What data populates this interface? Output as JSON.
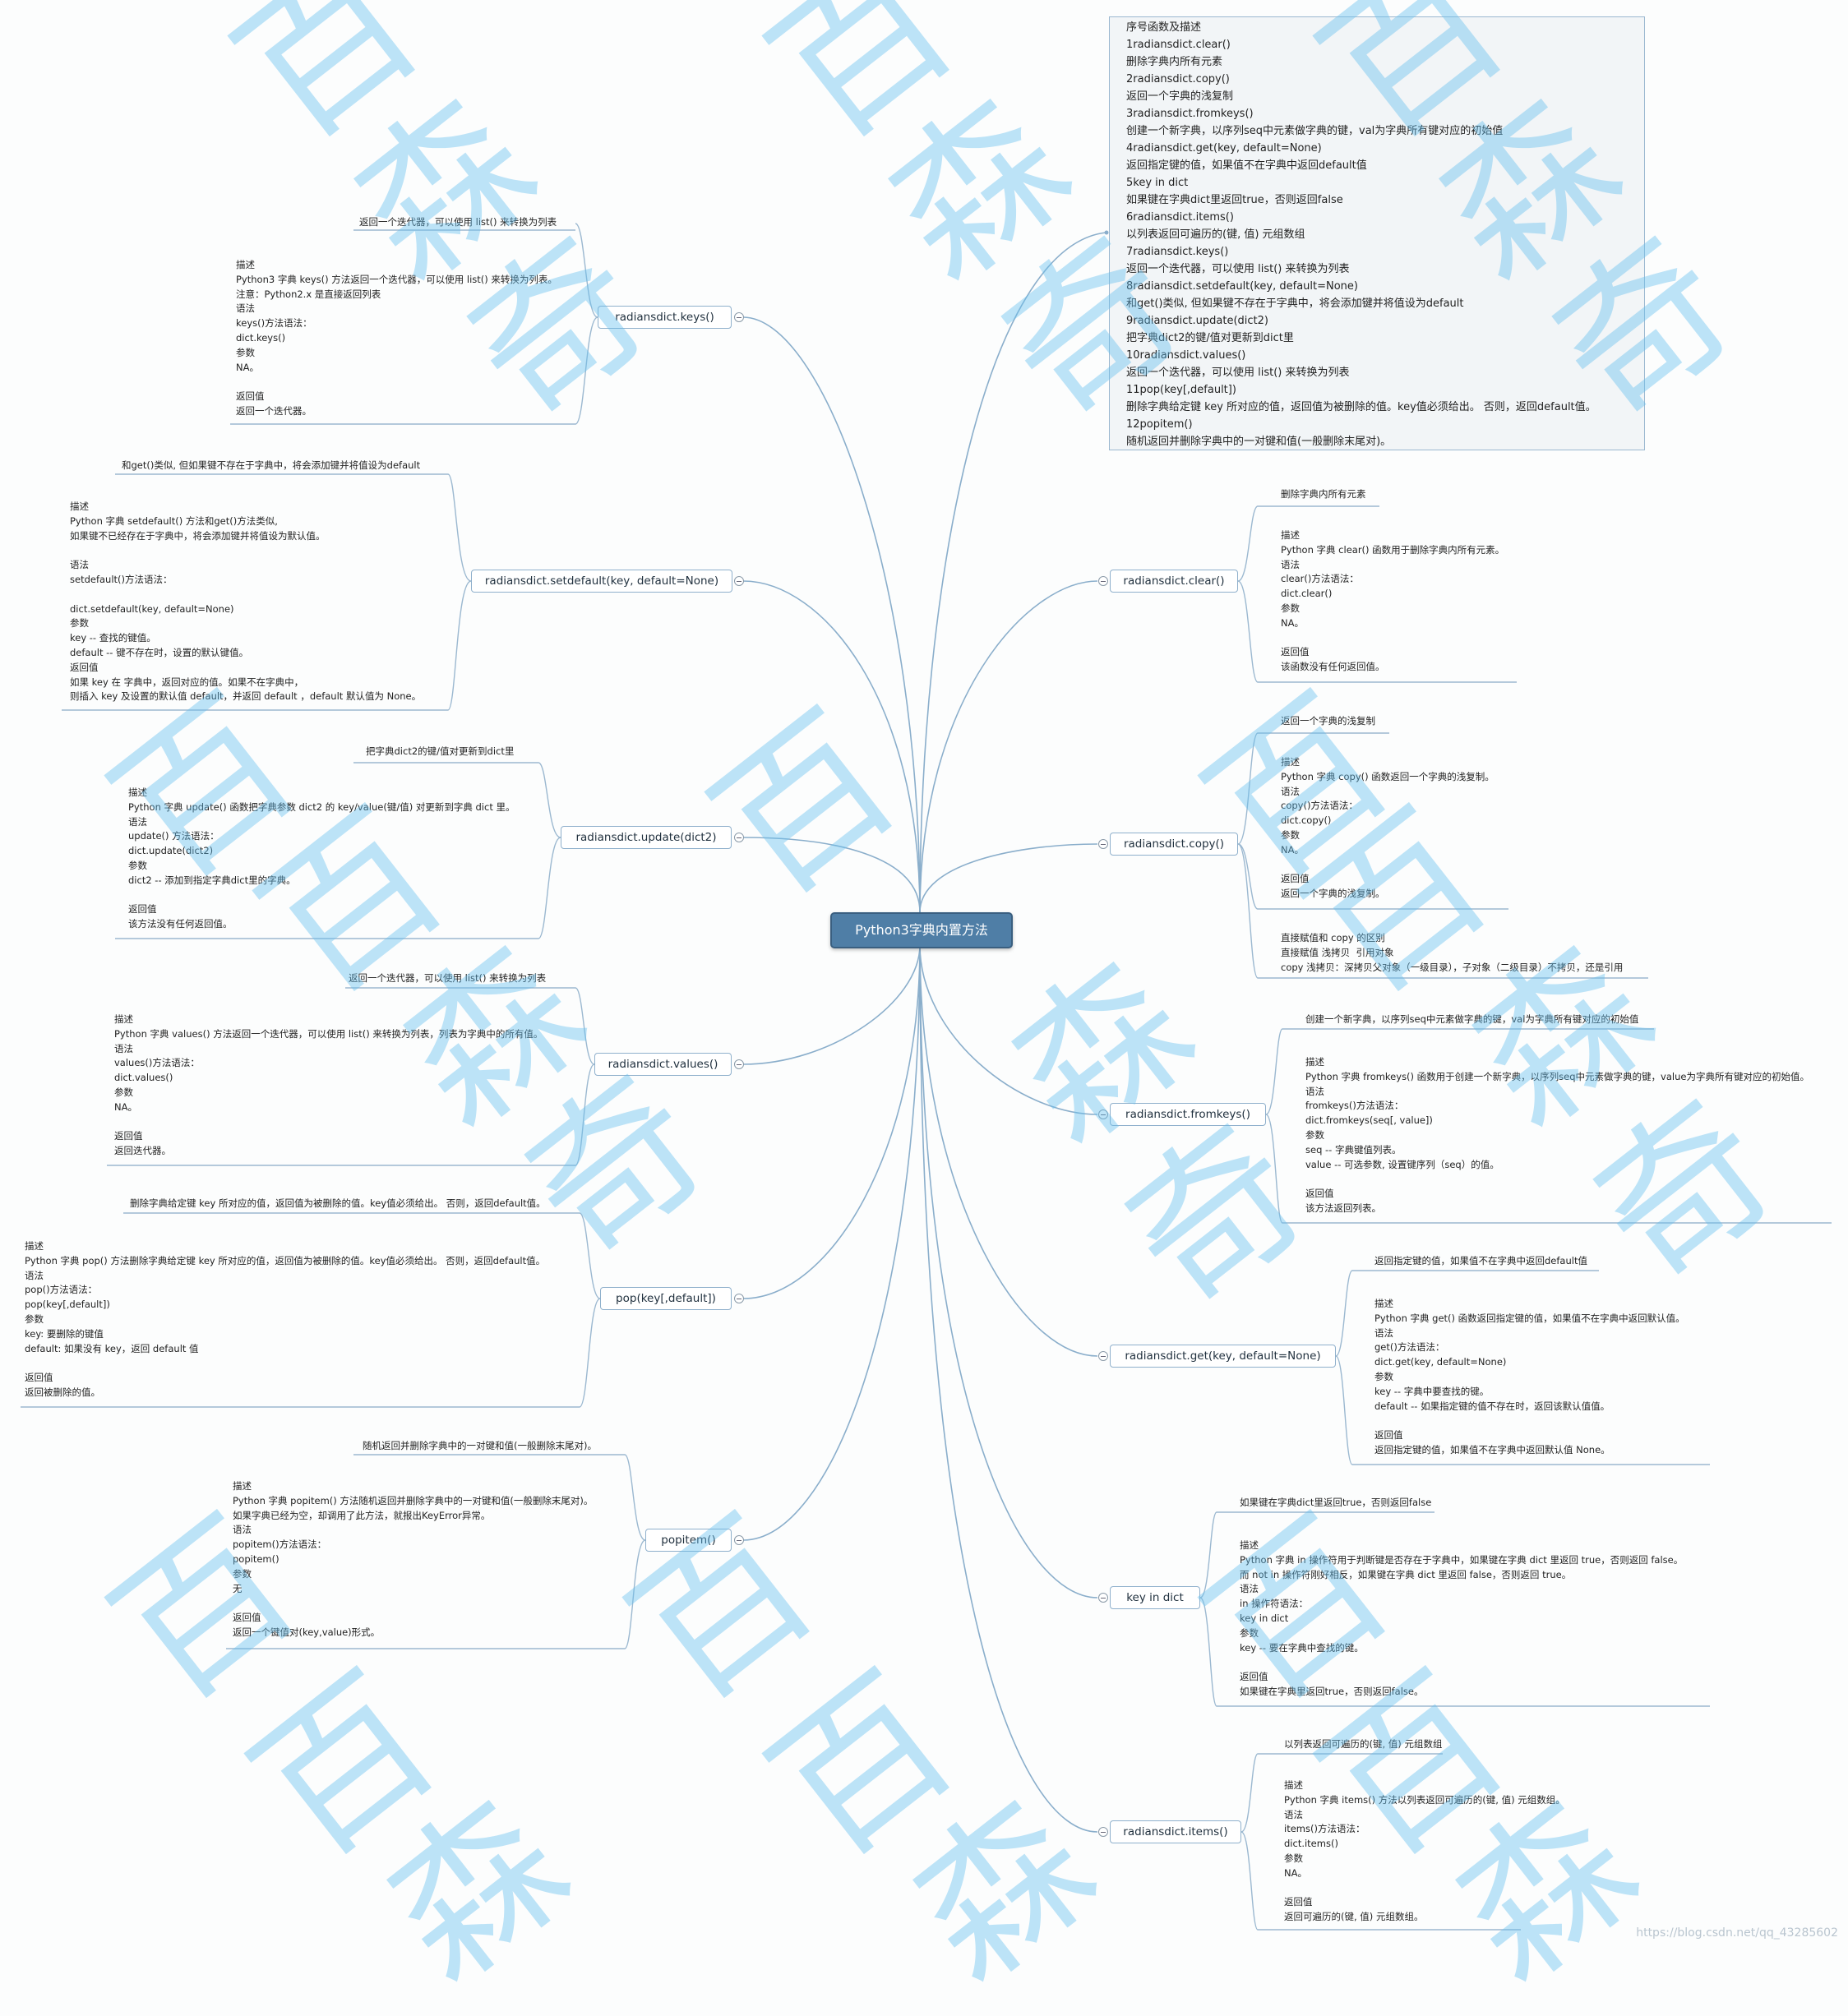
{
  "root": {
    "title": "Python3字典内置方法"
  },
  "summary_box": {
    "text": "序号函数及描述\n1radiansdict.clear()\n删除字典内所有元素\n2radiansdict.copy()\n返回一个字典的浅复制\n3radiansdict.fromkeys()\n创建一个新字典，以序列seq中元素做字典的键，val为字典所有键对应的初始值\n4radiansdict.get(key, default=None)\n返回指定键的值，如果值不在字典中返回default值\n5key in dict\n如果键在字典dict里返回true，否则返回false\n6radiansdict.items()\n以列表返回可遍历的(键, 值) 元组数组\n7radiansdict.keys()\n返回一个迭代器，可以使用 list() 来转换为列表\n8radiansdict.setdefault(key, default=None)\n和get()类似, 但如果键不存在于字典中，将会添加键并将值设为default\n9radiansdict.update(dict2)\n把字典dict2的键/值对更新到dict里\n10radiansdict.values()\n返回一个迭代器，可以使用 list() 来转换为列表\n11pop(key[,default])\n删除字典给定键 key 所对应的值，返回值为被删除的值。key值必须给出。 否则，返回default值。\n12popitem()\n随机返回并删除字典中的一对键和值(一般删除末尾对)。"
  },
  "left_topics": [
    {
      "label": "radiansdict.keys()",
      "summary": "返回一个迭代器，可以使用 list() 来转换为列表",
      "desc": "描述\nPython3 字典 keys() 方法返回一个迭代器，可以使用 list() 来转换为列表。\n注意：Python2.x 是直接返回列表\n语法\nkeys()方法语法：\ndict.keys()\n参数\nNA。\n\n返回值\n返回一个迭代器。"
    },
    {
      "label": "radiansdict.setdefault(key, default=None)",
      "summary": "和get()类似, 但如果键不存在于字典中，将会添加键并将值设为default",
      "desc": "描述\nPython 字典 setdefault() 方法和get()方法类似,\n如果键不已经存在于字典中，将会添加键并将值设为默认值。\n\n语法\nsetdefault()方法语法：\n\ndict.setdefault(key, default=None)\n参数\nkey -- 查找的键值。\ndefault -- 键不存在时，设置的默认键值。\n返回值\n如果 key 在 字典中，返回对应的值。如果不在字典中，\n则插入 key 及设置的默认值 default，并返回 default ，default 默认值为 None。"
    },
    {
      "label": "radiansdict.update(dict2)",
      "summary": "把字典dict2的键/值对更新到dict里",
      "desc": "描述\nPython 字典 update() 函数把字典参数 dict2 的 key/value(键/值) 对更新到字典 dict 里。\n语法\nupdate() 方法语法：\ndict.update(dict2)\n参数\ndict2 -- 添加到指定字典dict里的字典。\n\n返回值\n该方法没有任何返回值。"
    },
    {
      "label": "radiansdict.values()",
      "summary": "返回一个迭代器，可以使用 list() 来转换为列表",
      "desc": "描述\nPython 字典 values() 方法返回一个迭代器，可以使用 list() 来转换为列表，列表为字典中的所有值。\n语法\nvalues()方法语法：\ndict.values()\n参数\nNA。\n\n返回值\n返回迭代器。"
    },
    {
      "label": "pop(key[,default])",
      "summary": "删除字典给定键 key 所对应的值，返回值为被删除的值。key值必须给出。 否则，返回default值。",
      "desc": "描述\nPython 字典 pop() 方法删除字典给定键 key 所对应的值，返回值为被删除的值。key值必须给出。 否则，返回default值。\n语法\npop()方法语法：\npop(key[,default])\n参数\nkey: 要删除的键值\ndefault: 如果没有 key，返回 default 值\n\n返回值\n返回被删除的值。"
    },
    {
      "label": "popitem()",
      "summary": "随机返回并删除字典中的一对键和值(一般删除末尾对)。",
      "desc": "描述\nPython 字典 popitem() 方法随机返回并删除字典中的一对键和值(一般删除末尾对)。\n如果字典已经为空，却调用了此方法，就报出KeyError异常。\n语法\npopitem()方法语法：\npopitem()\n参数\n无\n\n返回值\n返回一个键值对(key,value)形式。"
    }
  ],
  "right_topics": [
    {
      "label": "radiansdict.clear()",
      "summary": "删除字典内所有元素",
      "desc": "描述\nPython 字典 clear() 函数用于删除字典内所有元素。\n语法\nclear()方法语法：\ndict.clear()\n参数\nNA。\n\n返回值\n该函数没有任何返回值。"
    },
    {
      "label": "radiansdict.copy()",
      "summary": "返回一个字典的浅复制",
      "desc": "描述\nPython 字典 copy() 函数返回一个字典的浅复制。\n语法\ncopy()方法语法：\ndict.copy()\n参数\nNA。\n\n返回值\n返回一个字典的浅复制。",
      "extra": "直接赋值和 copy 的区别\n直接赋值 浅拷贝  引用对象\ncopy 浅拷贝：深拷贝父对象（一级目录），子对象（二级目录）不拷贝，还是引用"
    },
    {
      "label": "radiansdict.fromkeys()",
      "summary": "创建一个新字典，以序列seq中元素做字典的键，val为字典所有键对应的初始值",
      "desc": "描述\nPython 字典 fromkeys() 函数用于创建一个新字典，以序列seq中元素做字典的键，value为字典所有键对应的初始值。\n语法\nfromkeys()方法语法：\ndict.fromkeys(seq[, value])\n参数\nseq -- 字典键值列表。\nvalue -- 可选参数, 设置键序列（seq）的值。\n\n返回值\n该方法返回列表。"
    },
    {
      "label": "radiansdict.get(key, default=None)",
      "summary": "返回指定键的值，如果值不在字典中返回default值",
      "desc": "描述\nPython 字典 get() 函数返回指定键的值，如果值不在字典中返回默认值。\n语法\nget()方法语法：\ndict.get(key, default=None)\n参数\nkey -- 字典中要查找的键。\ndefault -- 如果指定键的值不存在时，返回该默认值值。\n\n返回值\n返回指定键的值，如果值不在字典中返回默认值 None。"
    },
    {
      "label": "key in dict",
      "summary": "如果键在字典dict里返回true，否则返回false",
      "desc": "描述\nPython 字典 in 操作符用于判断键是否存在于字典中，如果键在字典 dict 里返回 true，否则返回 false。\n而 not in 操作符刚好相反，如果键在字典 dict 里返回 false，否则返回 true。\n语法\nin 操作符语法：\nkey in dict\n参数\nkey -- 要在字典中查找的键。\n\n返回值\n如果键在字典里返回true，否则返回false。"
    },
    {
      "label": "radiansdict.items()",
      "summary": "以列表返回可遍历的(键, 值) 元组数组",
      "desc": "描述\nPython 字典 items() 方法以列表返回可遍历的(键, 值) 元组数组。\n语法\nitems()方法语法：\ndict.items()\n参数\nNA。\n\n返回值\n返回可遍历的(键, 值) 元组数组。"
    }
  ],
  "watermark": {
    "chars": [
      "百",
      "森",
      "奇"
    ]
  },
  "footer": {
    "url": "https://blog.csdn.net/qq_43285602"
  }
}
